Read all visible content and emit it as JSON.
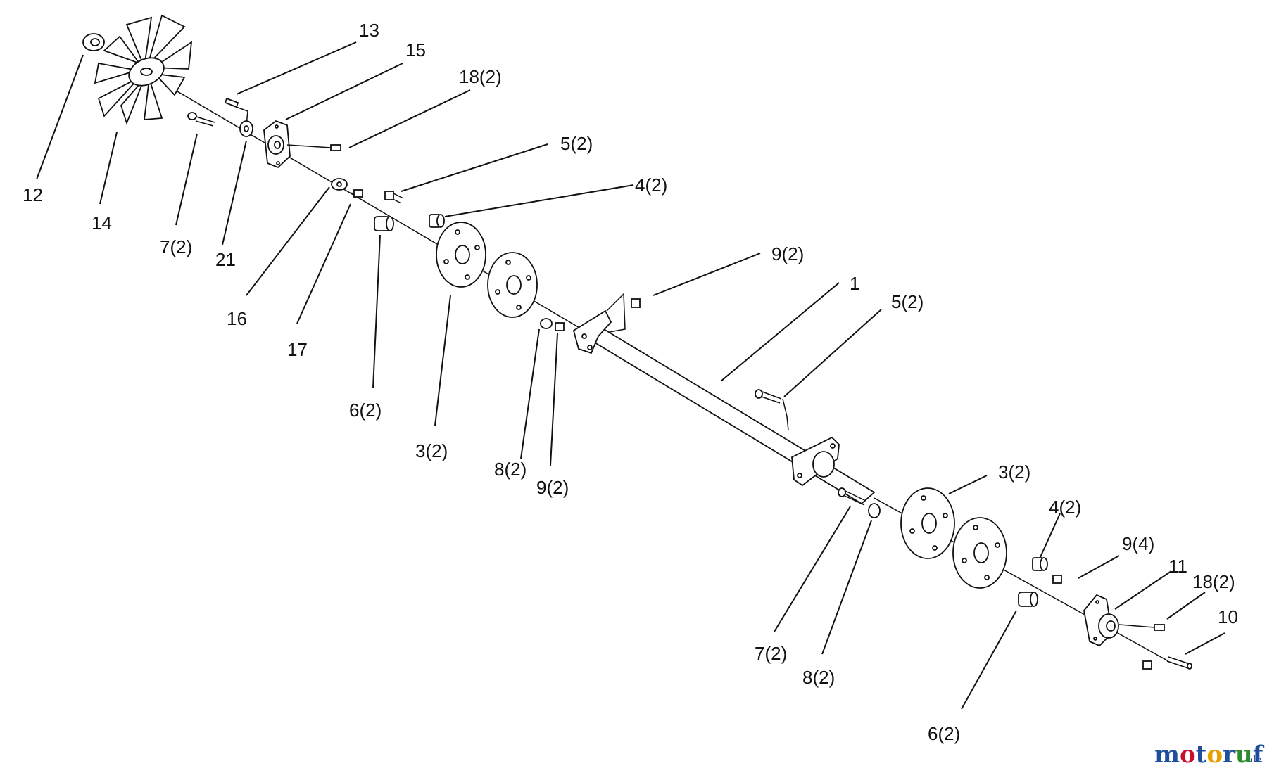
{
  "callouts": {
    "c1": "1",
    "c3a": "3(2)",
    "c3b": "3(2)",
    "c4a": "4(2)",
    "c4b": "4(2)",
    "c5a": "5(2)",
    "c5b": "5(2)",
    "c6a": "6(2)",
    "c6b": "6(2)",
    "c7a": "7(2)",
    "c7b": "7(2)",
    "c8a": "8(2)",
    "c8b": "8(2)",
    "c9a": "9(2)",
    "c9b": "9(2)",
    "c9c": "9(4)",
    "c10": "10",
    "c11": "11",
    "c12": "12",
    "c13": "13",
    "c14": "14",
    "c15": "15",
    "c16": "16",
    "c17": "17",
    "c18a": "18(2)",
    "c18b": "18(2)",
    "c21": "21"
  },
  "watermark": {
    "m1": "m",
    "o1": "o",
    "t": "t",
    "o2": "o",
    "r": "r",
    "u": "u",
    "f": "f",
    "de": ".de",
    "colors": {
      "m": "#1f4f9c",
      "o1": "#c8102e",
      "t": "#1f4f9c",
      "o2": "#e8a000",
      "r": "#1f4f9c",
      "u": "#2e8b2e",
      "f": "#1f4f9c"
    }
  }
}
